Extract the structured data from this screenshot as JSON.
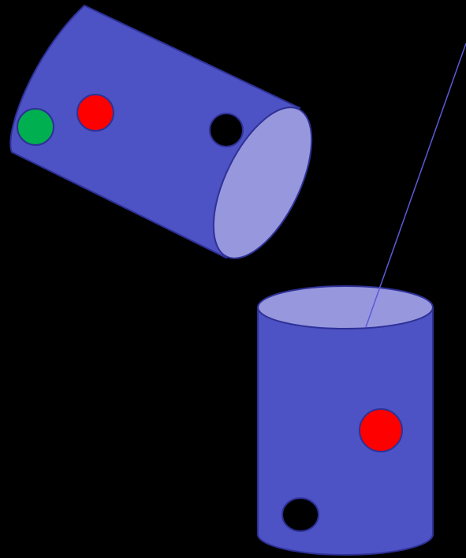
{
  "colors": {
    "background": "#000000",
    "cylinder_body": "#4d52c4",
    "cylinder_outline": "#2e3196",
    "cylinder_open_end": "#9797de",
    "string": "#5a5ad8",
    "hole": "#000000",
    "red_dot": "#ff0000",
    "green_dot": "#00b050"
  },
  "objects": {
    "tilted_cylinder": {
      "description_icon": "tilted-cylinder",
      "dots": [
        "green",
        "red",
        "black-hole"
      ]
    },
    "upright_cylinder": {
      "description_icon": "upright-cylinder",
      "dots": [
        "red",
        "black-hole"
      ]
    },
    "string": {
      "description_icon": "string-line"
    }
  }
}
